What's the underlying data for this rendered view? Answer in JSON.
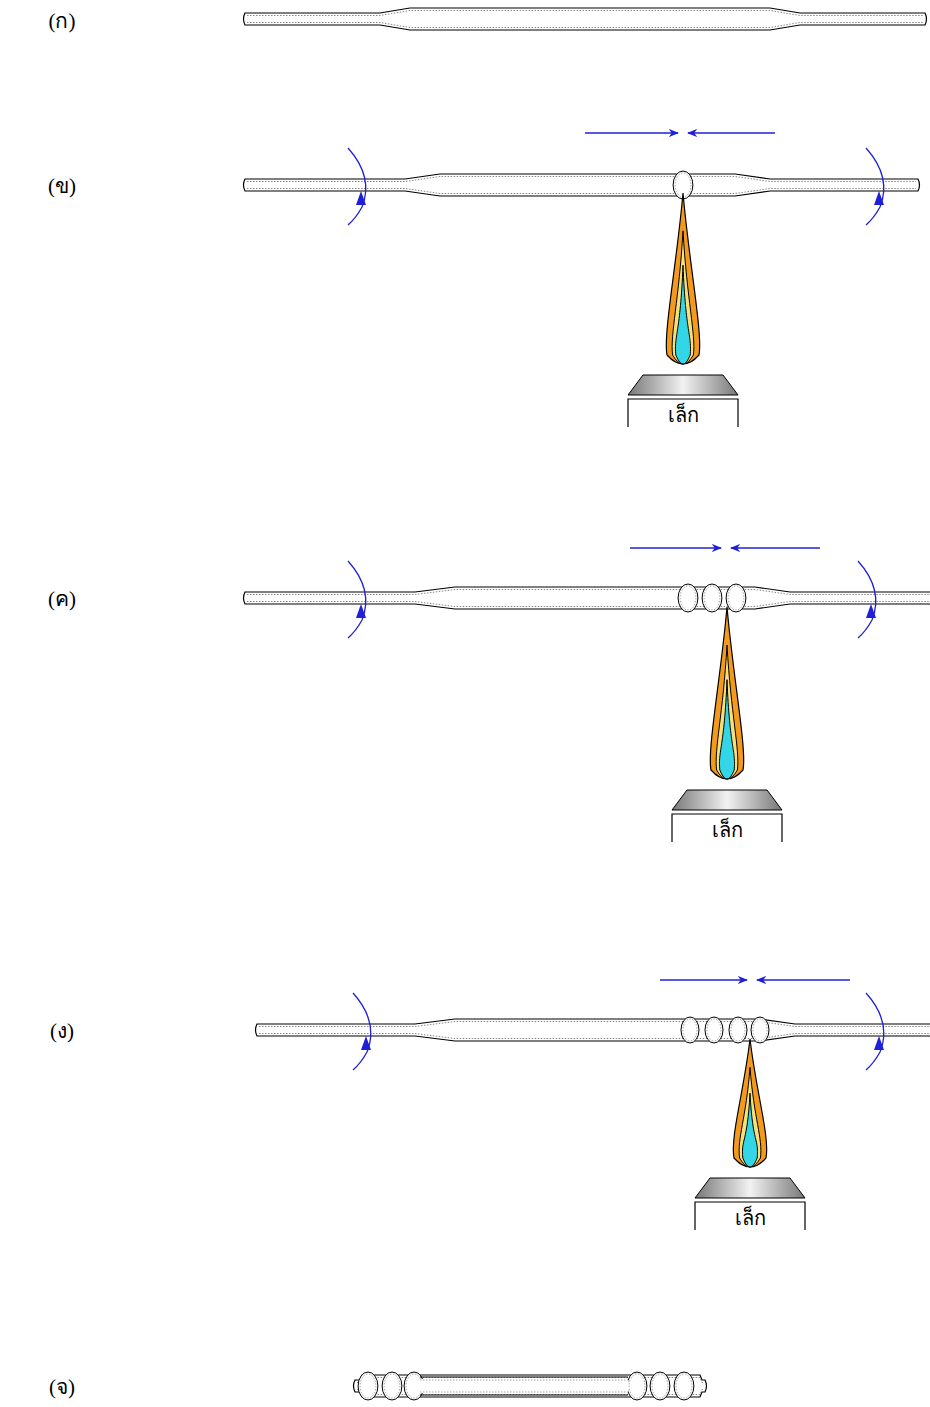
{
  "diagram": {
    "labels": [
      "(ก)",
      "(ข)",
      "(ค)",
      "(ง)",
      "(จ)",
      "เล็ก",
      "เล็ก",
      "เล็ก"
    ]
  }
}
